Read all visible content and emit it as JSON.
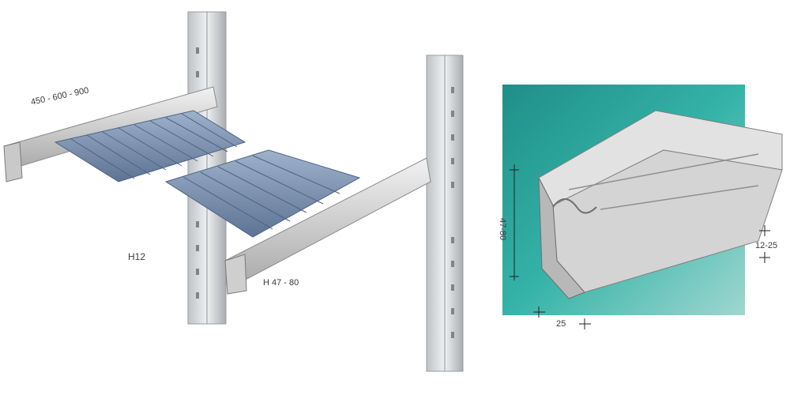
{
  "labels": {
    "shelf_width_options": "450 - 600 - 900",
    "model_code": "H12",
    "beam_height_left": "H 47 - 80",
    "beam_height_right": "47-80",
    "shelf_gap": "12-25",
    "beam_width": "25"
  },
  "colors": {
    "background": "#ffffff",
    "teal_panel": "#2aa39a",
    "shelf_blue": "#6e84a6",
    "metal_light": "#d8d8d8",
    "metal_dark": "#8e8e8e"
  }
}
